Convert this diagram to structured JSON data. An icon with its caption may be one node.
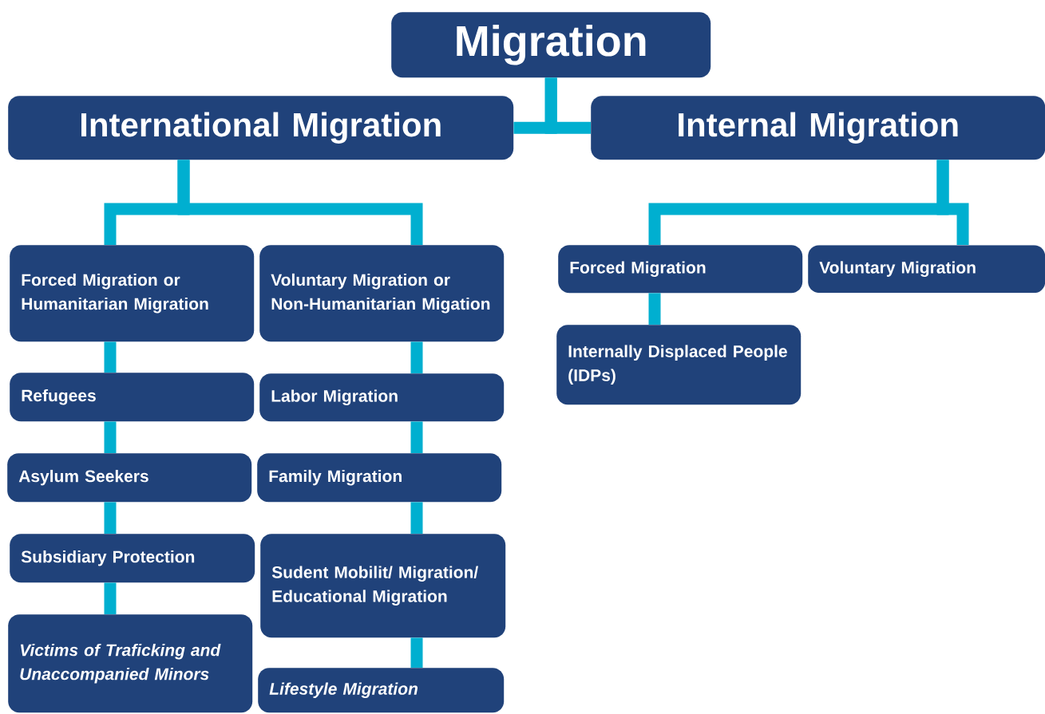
{
  "diagram": {
    "nodes": [
      {
        "text": [
          "Migration"
        ]
      },
      {
        "text": [
          "International Migration"
        ]
      },
      {
        "text": [
          "Internal Migration"
        ]
      },
      {
        "text": [
          "Forced Migration or Humanitarian Migration"
        ]
      },
      {
        "text": [
          "Voluntary Migration or Non-Humanitarian Migation"
        ]
      },
      {
        "text": [
          "Refugees"
        ]
      },
      {
        "text": [
          "Labor Migration"
        ]
      },
      {
        "text": [
          "Asylum Seekers"
        ]
      },
      {
        "text": [
          "Family Migration"
        ]
      },
      {
        "text": [
          "Subsidiary Protection"
        ]
      },
      {
        "text": [
          "Sudent Mobilit/ Migration/ Educational Migration"
        ]
      },
      {
        "text": [
          "Victims of Traficking and Unaccompanied Minors"
        ]
      },
      {
        "text": [
          "Lifestyle Migration"
        ]
      },
      {
        "text": [
          "Forced Migration"
        ]
      },
      {
        "text": [
          "Voluntary Migration"
        ]
      },
      {
        "text": [
          "Internally Displaced People (IDPs)"
        ]
      }
    ],
    "edges": [
      {
        "from": 0,
        "to": 1,
        "arrow": "none"
      },
      {
        "from": 0,
        "to": 2,
        "arrow": "none"
      },
      {
        "from": 1,
        "to": 3,
        "arrow": "none"
      },
      {
        "from": 1,
        "to": 4,
        "arrow": "none"
      },
      {
        "from": 3,
        "to": 5,
        "arrow": "none"
      },
      {
        "from": 5,
        "to": 7,
        "arrow": "none"
      },
      {
        "from": 7,
        "to": 9,
        "arrow": "none"
      },
      {
        "from": 9,
        "to": 11,
        "arrow": "none"
      },
      {
        "from": 4,
        "to": 6,
        "arrow": "none"
      },
      {
        "from": 6,
        "to": 8,
        "arrow": "none"
      },
      {
        "from": 8,
        "to": 10,
        "arrow": "none"
      },
      {
        "from": 10,
        "to": 12,
        "arrow": "none"
      },
      {
        "from": 2,
        "to": 13,
        "arrow": "none"
      },
      {
        "from": 2,
        "to": 14,
        "arrow": "none"
      },
      {
        "from": 13,
        "to": 15,
        "arrow": "none"
      }
    ]
  }
}
